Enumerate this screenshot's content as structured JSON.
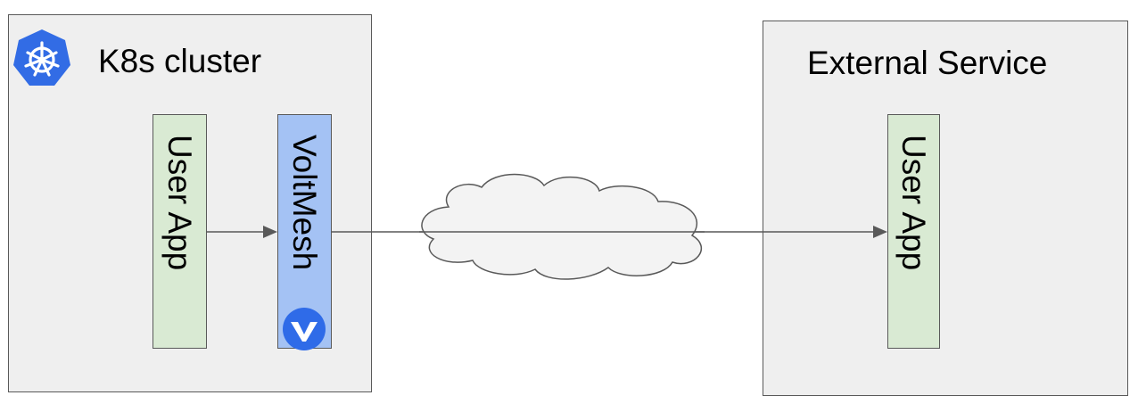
{
  "k8s_cluster": {
    "title": "K8s cluster",
    "logo_icon": "kubernetes-icon",
    "user_app_label": "User App",
    "mesh_label": "VoltMesh",
    "mesh_logo_icon": "voltmesh-icon"
  },
  "external_service": {
    "title": "External Service",
    "user_app_label": "User App"
  },
  "network_icon": "cloud-icon",
  "colors": {
    "container_fill": "#efefef",
    "container_border": "#595959",
    "app_fill": "#d9ead3",
    "mesh_fill": "#a4c2f4",
    "kubernetes_blue": "#326ce5",
    "volt_blue": "#2f6be8",
    "cloud_fill": "#f3f3f3",
    "arrow": "#595959"
  }
}
